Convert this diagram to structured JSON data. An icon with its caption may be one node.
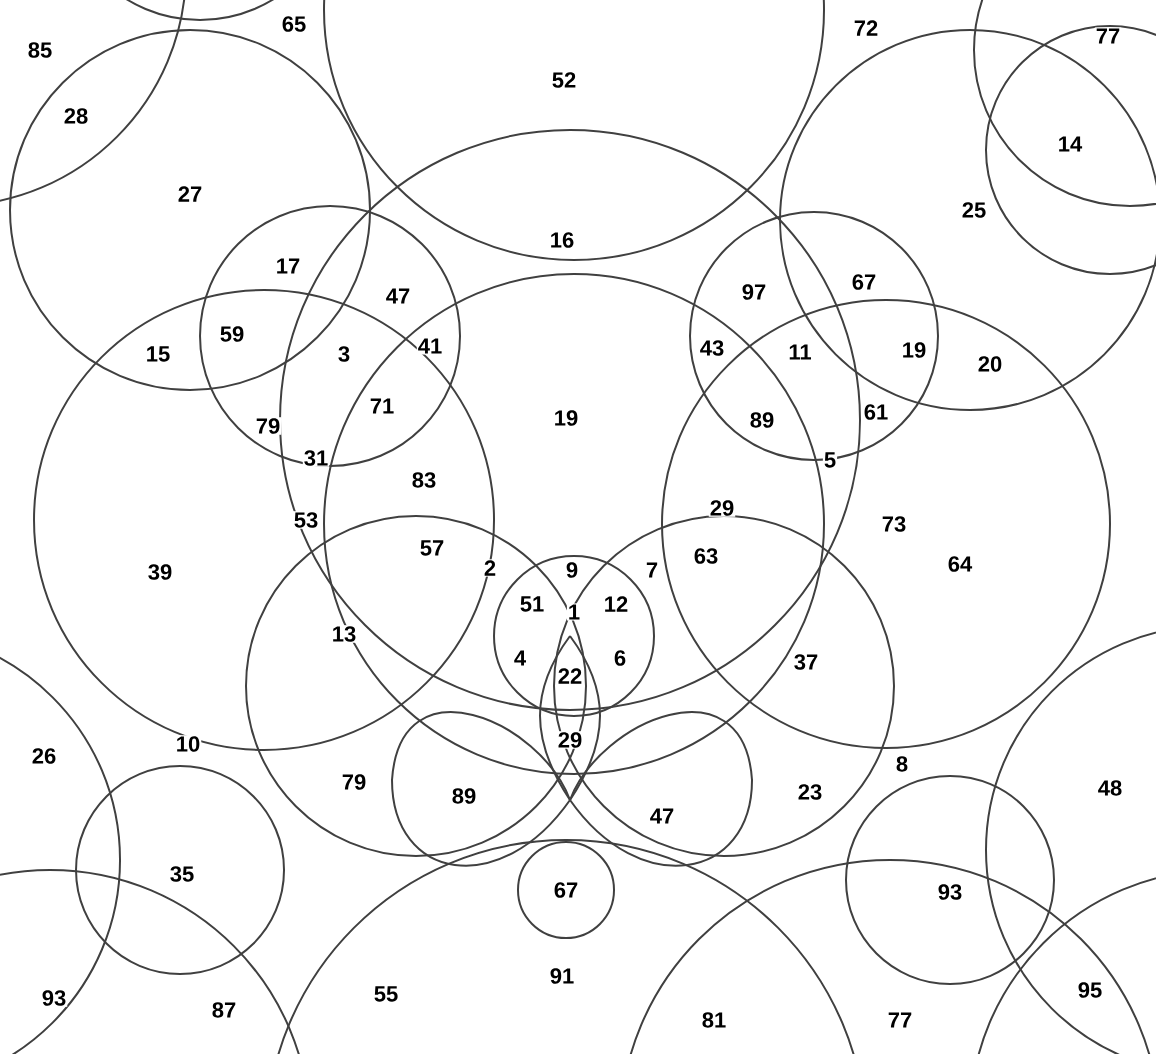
{
  "diagram": {
    "labels": [
      "85",
      "65",
      "72",
      "77",
      "28",
      "52",
      "14",
      "27",
      "25",
      "16",
      "17",
      "47",
      "97",
      "67",
      "59",
      "41",
      "43",
      "11",
      "19",
      "15",
      "3",
      "71",
      "20",
      "19",
      "89",
      "61",
      "79",
      "31",
      "5",
      "83",
      "29",
      "73",
      "53",
      "39",
      "64",
      "57",
      "63",
      "9",
      "2",
      "7",
      "51",
      "1",
      "12",
      "13",
      "37",
      "4",
      "22",
      "6",
      "26",
      "10",
      "29",
      "8",
      "79",
      "89",
      "47",
      "23",
      "48",
      "35",
      "93",
      "67",
      "91",
      "93",
      "87",
      "55",
      "81",
      "77",
      "95"
    ]
  }
}
